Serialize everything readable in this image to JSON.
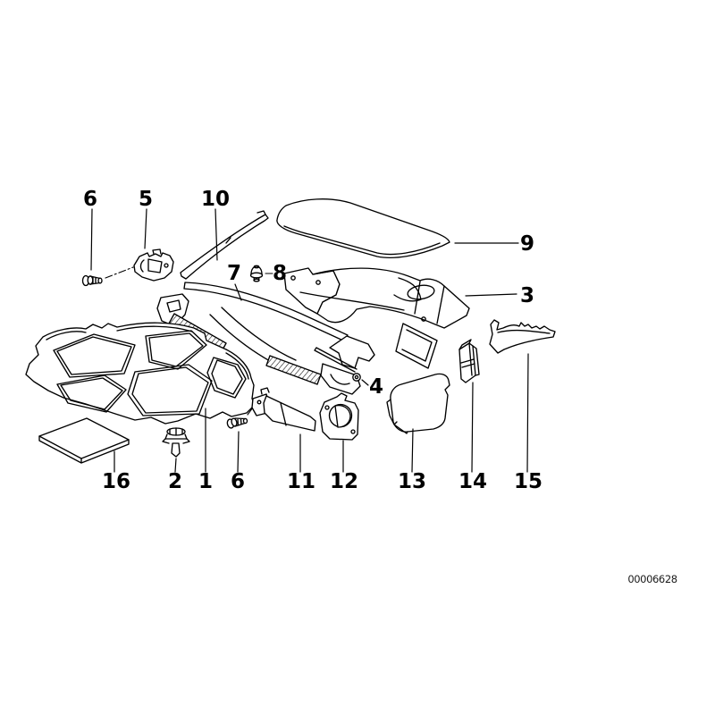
{
  "diagram": {
    "doc_number": "00006628",
    "colors": {
      "background": "#ffffff",
      "line": "#000000"
    },
    "callouts": [
      {
        "id": "c6-top",
        "label": "6"
      },
      {
        "id": "c5",
        "label": "5"
      },
      {
        "id": "c10",
        "label": "10"
      },
      {
        "id": "c7",
        "label": "7"
      },
      {
        "id": "c8",
        "label": "8"
      },
      {
        "id": "c9",
        "label": "9"
      },
      {
        "id": "c3",
        "label": "3"
      },
      {
        "id": "c4",
        "label": "4"
      },
      {
        "id": "c16",
        "label": "16"
      },
      {
        "id": "c2",
        "label": "2"
      },
      {
        "id": "c1",
        "label": "1"
      },
      {
        "id": "c6-bottom",
        "label": "6"
      },
      {
        "id": "c11",
        "label": "11"
      },
      {
        "id": "c12",
        "label": "12"
      },
      {
        "id": "c13",
        "label": "13"
      },
      {
        "id": "c14",
        "label": "14"
      },
      {
        "id": "c15",
        "label": "15"
      }
    ]
  }
}
